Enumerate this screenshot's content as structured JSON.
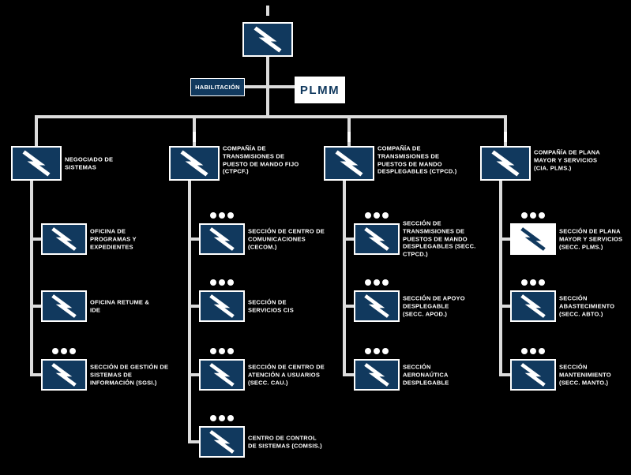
{
  "colors": {
    "background": "#000000",
    "box_fill": "#11395e",
    "box_border": "#ffffff",
    "line": "#dcdcdc",
    "text": "#ffffff",
    "plmm_text": "#11395e"
  },
  "org": {
    "habilitacion_label": "HABILITACIÓN",
    "plmm_label": "PLMM",
    "branches": [
      {
        "head": {
          "label": "NEGOCIADO DE SISTEMAS",
          "echelon": ""
        },
        "children": [
          {
            "label": "OFICINA DE PROGRAMAS Y EXPEDIENTES",
            "echelon": ""
          },
          {
            "label": "OFICINA RETUME & IDE",
            "echelon": ""
          },
          {
            "label": "SECCIÓN DE GESTIÓN DE SISTEMAS DE INFORMACIÓN (SGSI.)",
            "echelon": "section"
          }
        ]
      },
      {
        "head": {
          "label": "COMPAÑÍA DE TRANSMISIONES DE PUESTO DE MANDO FIJO (CTPCF.)",
          "echelon": "company"
        },
        "children": [
          {
            "label": "SECCIÓN DE CENTRO DE COMUNICACIONES (CECOM.)",
            "echelon": "section"
          },
          {
            "label": "SECCIÓN DE SERVICIOS CIS",
            "echelon": "section"
          },
          {
            "label": "SECCIÓN DE CENTRO DE ATENCIÓN A USUARIOS (SECC. CAU.)",
            "echelon": "section"
          },
          {
            "label": "CENTRO DE CONTROL DE SISTEMAS (COMSIS.)",
            "echelon": "section"
          }
        ]
      },
      {
        "head": {
          "label": "COMPAÑÍA DE TRANSMISIONES DE PUESTOS DE MANDO DESPLEGABLES (CTPCD.)",
          "echelon": "company"
        },
        "children": [
          {
            "label": "SECCIÓN DE TRANSMISIONES DE PUESTOS DE MANDO DESPLEGABLES (SECC. CTPCD.)",
            "echelon": "section"
          },
          {
            "label": "SECCIÓN DE APOYO DESPLEGABLE (SECC. APOD.)",
            "echelon": "section"
          },
          {
            "label": "SECCIÓN AERONAÚTICA DESPLEGABLE",
            "echelon": "section"
          }
        ]
      },
      {
        "head": {
          "label": "COMPAÑÍA DE PLANA MAYOR Y SERVICIOS (CIA. PLMS.)",
          "echelon": "company"
        },
        "children": [
          {
            "label": "SECCIÓN DE PLANA MAYOR Y SERVICIOS (SECC. PLMS.)",
            "echelon": "section",
            "variant": "light"
          },
          {
            "label": "SECCIÓN ABASTECIMIENTO (SECC. ABTO.)",
            "echelon": "section"
          },
          {
            "label": "SECCIÓN MANTENIMIENTO (SECC. MANTO.)",
            "echelon": "section"
          }
        ]
      }
    ]
  }
}
